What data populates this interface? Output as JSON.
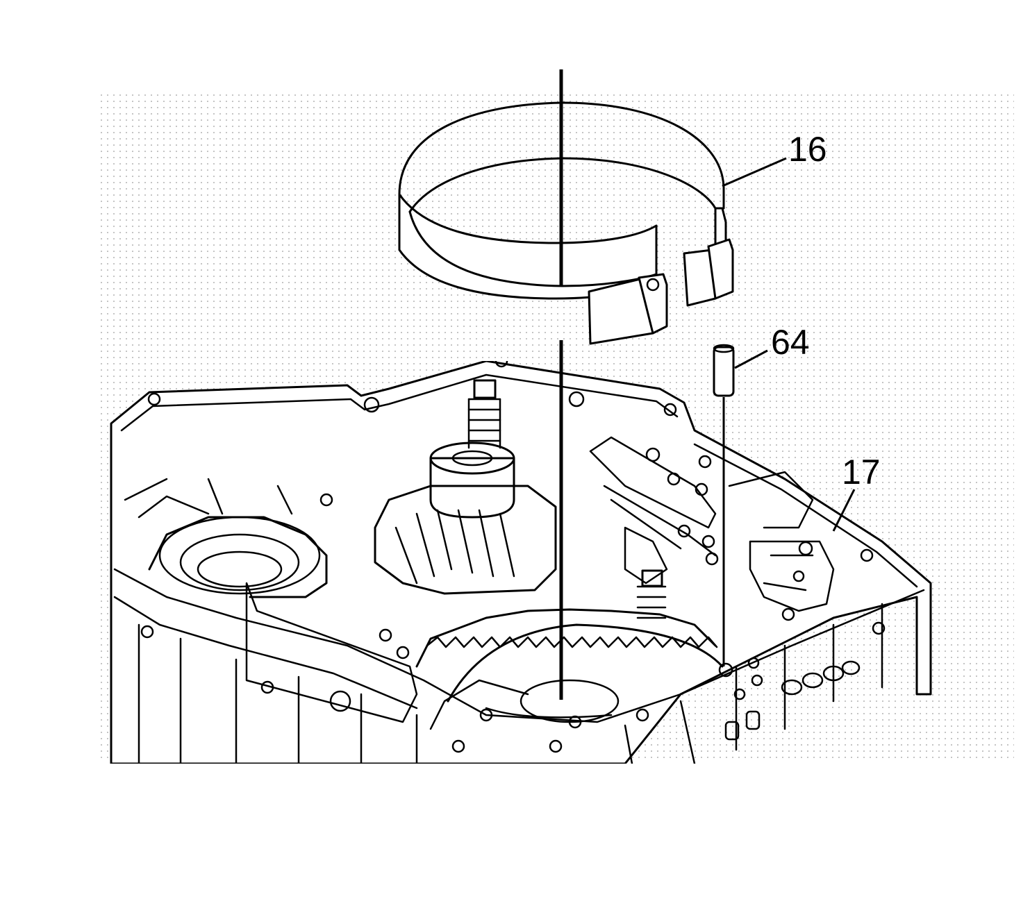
{
  "callouts": {
    "band": "16",
    "pin": "64",
    "case": "17"
  }
}
